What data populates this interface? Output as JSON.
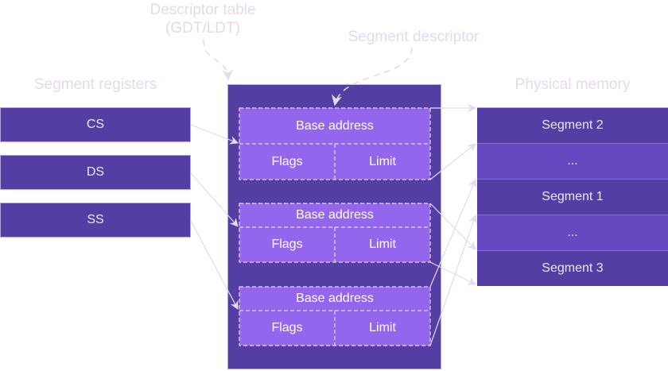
{
  "labels": {
    "descriptor_table": "Descriptor table\n(GDT/LDT)",
    "descriptor_table_line1": "Descriptor table",
    "descriptor_table_line2": "(GDT/LDT)",
    "segment_descriptor": "Segment descriptor",
    "segment_registers": "Segment registers",
    "physical_memory": "Physical memory"
  },
  "registers": [
    "CS",
    "DS",
    "SS"
  ],
  "descriptors": [
    {
      "base": "Base address",
      "flags": "Flags",
      "limit": "Limit"
    },
    {
      "base": "Base address",
      "flags": "Flags",
      "limit": "Limit"
    },
    {
      "base": "Base address",
      "flags": "Flags",
      "limit": "Limit"
    }
  ],
  "memory": [
    {
      "label": "Segment 2",
      "style": "dark"
    },
    {
      "label": "...",
      "style": "light"
    },
    {
      "label": "Segment 1",
      "style": "dark"
    },
    {
      "label": "...",
      "style": "light"
    },
    {
      "label": "Segment 3",
      "style": "dark"
    }
  ],
  "colors": {
    "dark_purple": "#553ea3",
    "mid_purple": "#6549c0",
    "light_purple": "#9466ee",
    "annotation": "#e6d9ef"
  }
}
